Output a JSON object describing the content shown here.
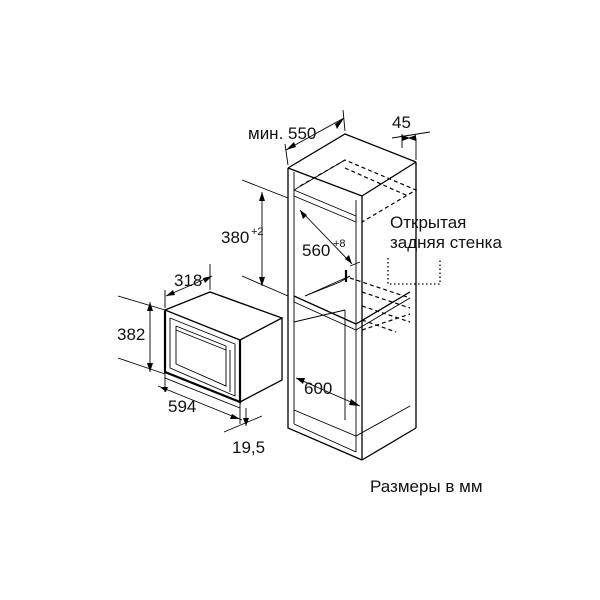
{
  "diagram": {
    "dimensions": {
      "niche_depth_min": "мин. 550",
      "rear_gap": "45",
      "niche_height": "380",
      "niche_height_tol": "+2",
      "niche_width": "560",
      "niche_width_tol": "+8",
      "cabinet_inner": "600",
      "appliance_depth": "318",
      "appliance_height": "382",
      "appliance_width": "594",
      "front_panel": "19,5"
    },
    "note_open_back": [
      "Открытая",
      "задняя стенка"
    ],
    "units_note": "Размеры в мм"
  }
}
